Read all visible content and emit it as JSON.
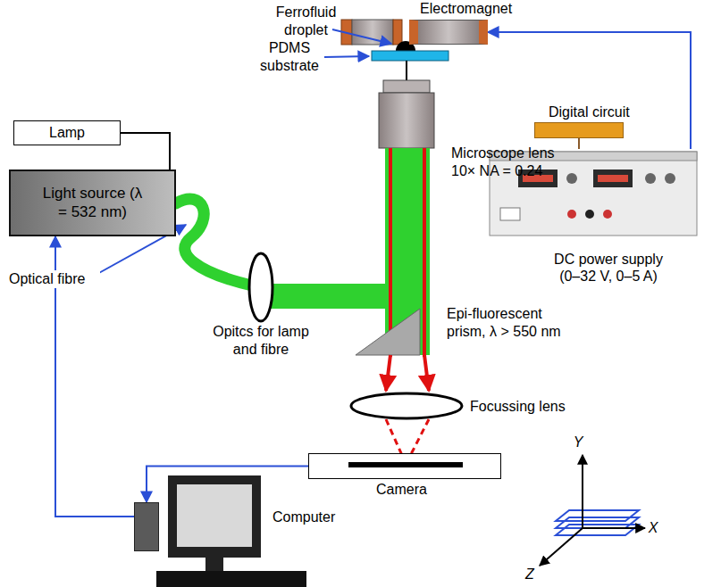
{
  "diagram": {
    "nodes": [
      {
        "text": [
          "Electromagnet"
        ]
      },
      {
        "text": [
          "Digital circuit"
        ]
      },
      {
        "text": [
          "Lamp"
        ]
      },
      {
        "text": [
          "Light source (λ = 532 nm)"
        ]
      },
      {
        "text": [
          "DC power supply (0–32 V, 0–5 A)"
        ]
      },
      {
        "text": [
          "Camera"
        ]
      },
      {
        "text": [
          "Computer"
        ]
      }
    ],
    "edges": [
      {
        "from": 1,
        "to": 4,
        "arrow": "none"
      },
      {
        "from": 4,
        "to": 0,
        "arrow": "to"
      },
      {
        "from": 2,
        "to": 3,
        "arrow": "none"
      },
      {
        "from": 5,
        "to": 6,
        "arrow": "to"
      },
      {
        "from": 6,
        "to": 3,
        "arrow": "to"
      }
    ],
    "labels": [
      "Ferrofluid droplet",
      "PDMS substrate",
      "Microscope lens 10× NA = 0.24",
      "Opitcs for lamp and fibre",
      "Optical fibre",
      "Epi-fluorescent prism, λ > 550 nm",
      "Focussing lens",
      "Y",
      "X",
      "Z"
    ]
  }
}
